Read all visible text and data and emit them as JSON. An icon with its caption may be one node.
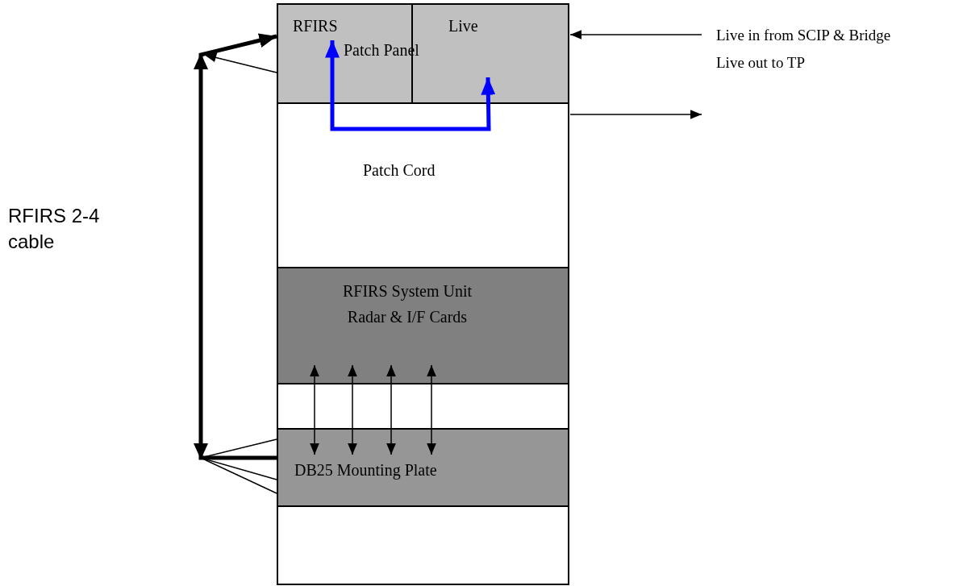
{
  "diagram": {
    "nodes": [
      {
        "text": [],
        "shape": "box"
      },
      {
        "text": [
          "Patch Panel"
        ],
        "in": 0
      },
      {
        "text": [
          "RFIRS"
        ],
        "in": 1
      },
      {
        "text": [
          "Live"
        ],
        "in": 1
      },
      {
        "text": [
          "RFIRS System Unit Radar & I/F Cards"
        ],
        "in": 0
      },
      {
        "text": [
          "DB25 Mounting Plate"
        ],
        "in": 0
      }
    ],
    "edges": [
      {
        "from": 5,
        "to": 1,
        "arrow": "to",
        "style": "thick"
      },
      {
        "from": 2,
        "to": 3,
        "arrow": "both",
        "style": "thick",
        "color": "#0000ff",
        "label": "Patch Cord"
      },
      {
        "from": 4,
        "to": 5,
        "arrow": "both"
      },
      {
        "from": 4,
        "to": 5,
        "arrow": "both"
      },
      {
        "from": 4,
        "to": 5,
        "arrow": "both"
      },
      {
        "from": 4,
        "to": 5,
        "arrow": "both"
      },
      {
        "from": null,
        "to": 3,
        "arrow": "to"
      },
      {
        "from": 0,
        "to": null,
        "arrow": "to"
      }
    ],
    "labels": [
      "Live in from SCIP & Bridge",
      "Live out to TP",
      "RFIRS 2-4 cable"
    ]
  }
}
